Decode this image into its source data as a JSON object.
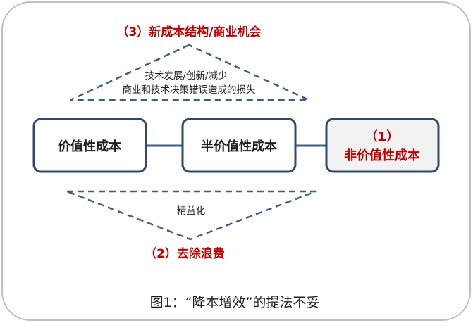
{
  "diagram": {
    "top_triangle": {
      "heading": "（3）新成本结构/商业机会",
      "lines": [
        "技术发展/创新/减少",
        "商业和技术决策错误造成的损失"
      ]
    },
    "boxes": [
      {
        "label": "价值性成本"
      },
      {
        "label": "半价值性成本"
      },
      {
        "label_line1": "（1）",
        "label_line2": "非价值性成本"
      }
    ],
    "bottom_triangle": {
      "text": "精益化",
      "heading": "（2）去除浪费"
    },
    "caption": "图1：“降本增效”的提法不妥"
  },
  "colors": {
    "frame": "#bfbfbf",
    "box_border": "#2f4a6e",
    "connector": "#3d5f87",
    "dashed": "#3d5f87",
    "accent_red": "#c00000",
    "highlight_fill": "#f2f2f2",
    "text": "#1f1f1f"
  }
}
